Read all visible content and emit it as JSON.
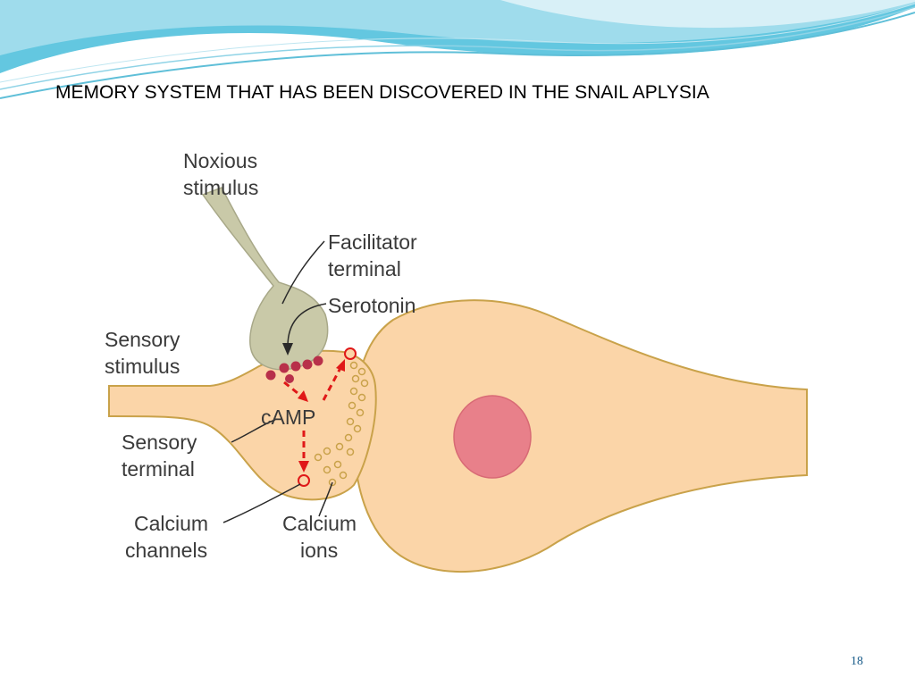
{
  "slide": {
    "title": "MEMORY SYSTEM THAT HAS BEEN DISCOVERED IN THE SNAIL APLYSIA",
    "number": "18"
  },
  "diagram": {
    "labels": {
      "noxious_stimulus": [
        "Noxious",
        "stimulus"
      ],
      "facilitator_terminal": [
        "Facilitator",
        "terminal"
      ],
      "serotonin": [
        "Serotonin"
      ],
      "sensory_stimulus": [
        "Sensory",
        "stimulus"
      ],
      "camp": [
        "cAMP"
      ],
      "sensory_terminal": [
        "Sensory",
        "terminal"
      ],
      "calcium_channels": [
        "Calcium",
        "channels"
      ],
      "calcium_ions": [
        "Calcium",
        "ions"
      ]
    }
  },
  "colors": {
    "neuron_fill": "#fbd5a8",
    "neuron_stroke": "#c9a24a",
    "facilitator_fill": "#c9c9a8",
    "nucleus_fill": "#e8808a",
    "serotonin_dots": "#b8304a",
    "arrow_red": "#e01818",
    "header_blue": "#5bc3df"
  }
}
